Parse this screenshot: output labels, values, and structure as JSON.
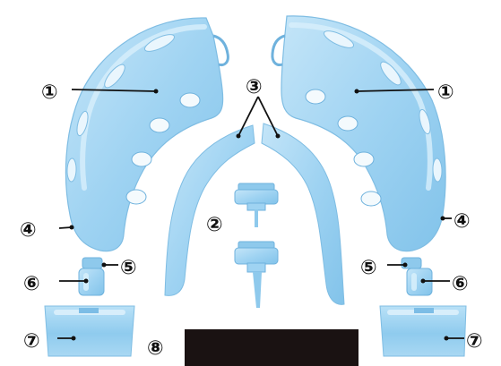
{
  "callouts": [
    {
      "id": "1",
      "label": "①"
    },
    {
      "id": "2",
      "label": "②"
    },
    {
      "id": "3",
      "label": "③"
    },
    {
      "id": "4",
      "label": "④"
    },
    {
      "id": "5",
      "label": "⑤"
    },
    {
      "id": "6",
      "label": "⑥"
    },
    {
      "id": "7",
      "label": "⑦"
    },
    {
      "id": "8",
      "label": "⑧"
    }
  ],
  "colors": {
    "part_fill": "#9fd3f2",
    "part_shade": "#7cbde6",
    "part_light": "#d4ecfa",
    "hole": "#f2f8fc",
    "leader": "#111111",
    "bar": "#1a1212"
  }
}
